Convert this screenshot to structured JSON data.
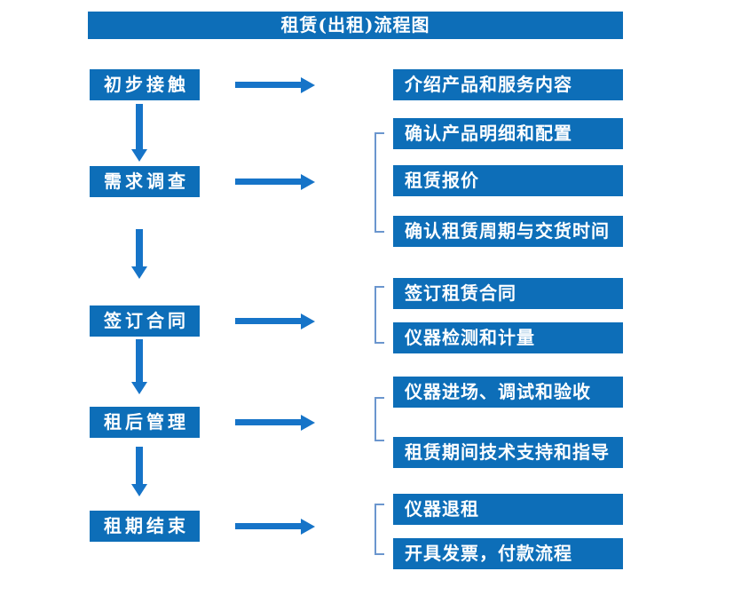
{
  "title": "租赁(出租)流程图",
  "colors": {
    "box_blue": "#0D6EB8",
    "arrow_blue": "#1674C8",
    "bracket_blue": "#6B96CE",
    "text_white": "#FFFFFF",
    "background": "#FFFFFF"
  },
  "left_steps": [
    {
      "label": "初步接触"
    },
    {
      "label": "需求调查"
    },
    {
      "label": "签订合同"
    },
    {
      "label": "租后管理"
    },
    {
      "label": "租期结束"
    }
  ],
  "right_boxes": [
    {
      "label": "介绍产品和服务内容"
    },
    {
      "label": "确认产品明细和配置"
    },
    {
      "label": "租赁报价"
    },
    {
      "label": "确认租赁周期与交货时间"
    },
    {
      "label": "签订租赁合同"
    },
    {
      "label": "仪器检测和计量"
    },
    {
      "label": "仪器进场、调试和验收"
    },
    {
      "label": "租赁期间技术支持和指导"
    },
    {
      "label": "仪器退租"
    },
    {
      "label": "开具发票，付款流程"
    }
  ]
}
